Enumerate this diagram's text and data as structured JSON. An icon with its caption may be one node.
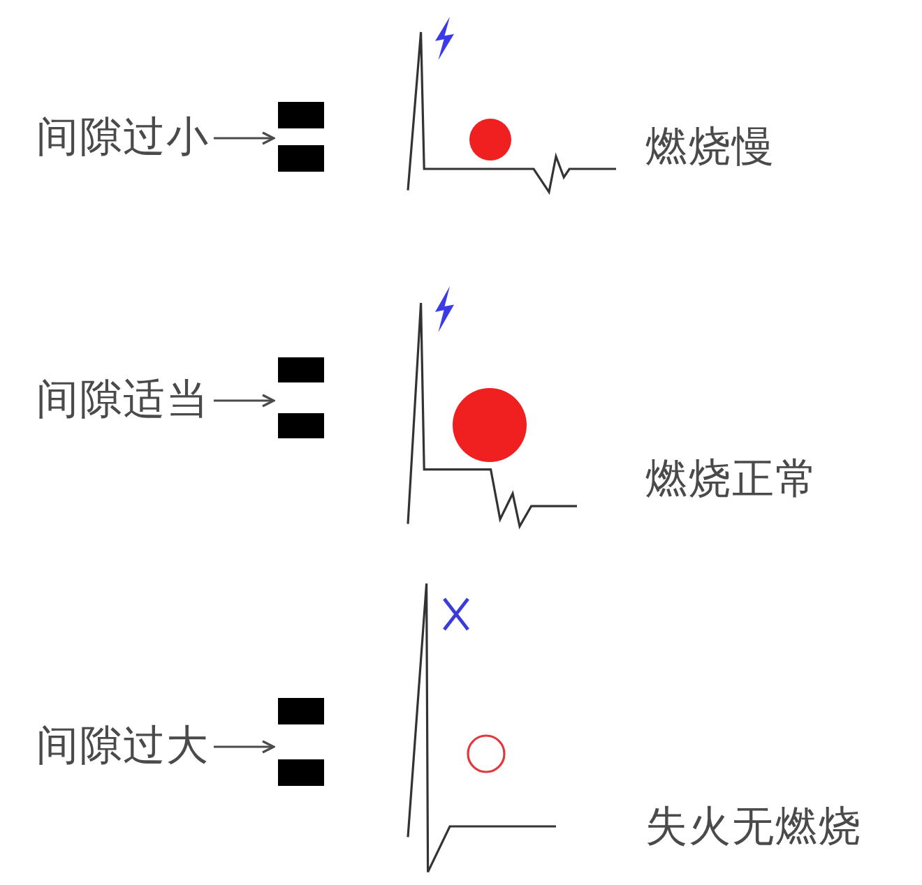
{
  "diagram": {
    "nodes": [
      {
        "text": [
          "间隙过小"
        ]
      },
      {
        "text": [],
        "shape": "picture"
      },
      {
        "text": [
          "间隙适当"
        ]
      },
      {
        "text": [],
        "shape": "picture"
      },
      {
        "text": [
          "间隙过大"
        ]
      },
      {
        "text": [],
        "shape": "picture"
      }
    ],
    "edges": [
      {
        "from": 0,
        "to": 1,
        "arrow": "to"
      },
      {
        "from": 2,
        "to": 3,
        "arrow": "to"
      },
      {
        "from": 4,
        "to": 5,
        "arrow": "to"
      }
    ],
    "labels": [
      "燃烧慢",
      "燃烧正常",
      "失火无燃烧"
    ]
  }
}
